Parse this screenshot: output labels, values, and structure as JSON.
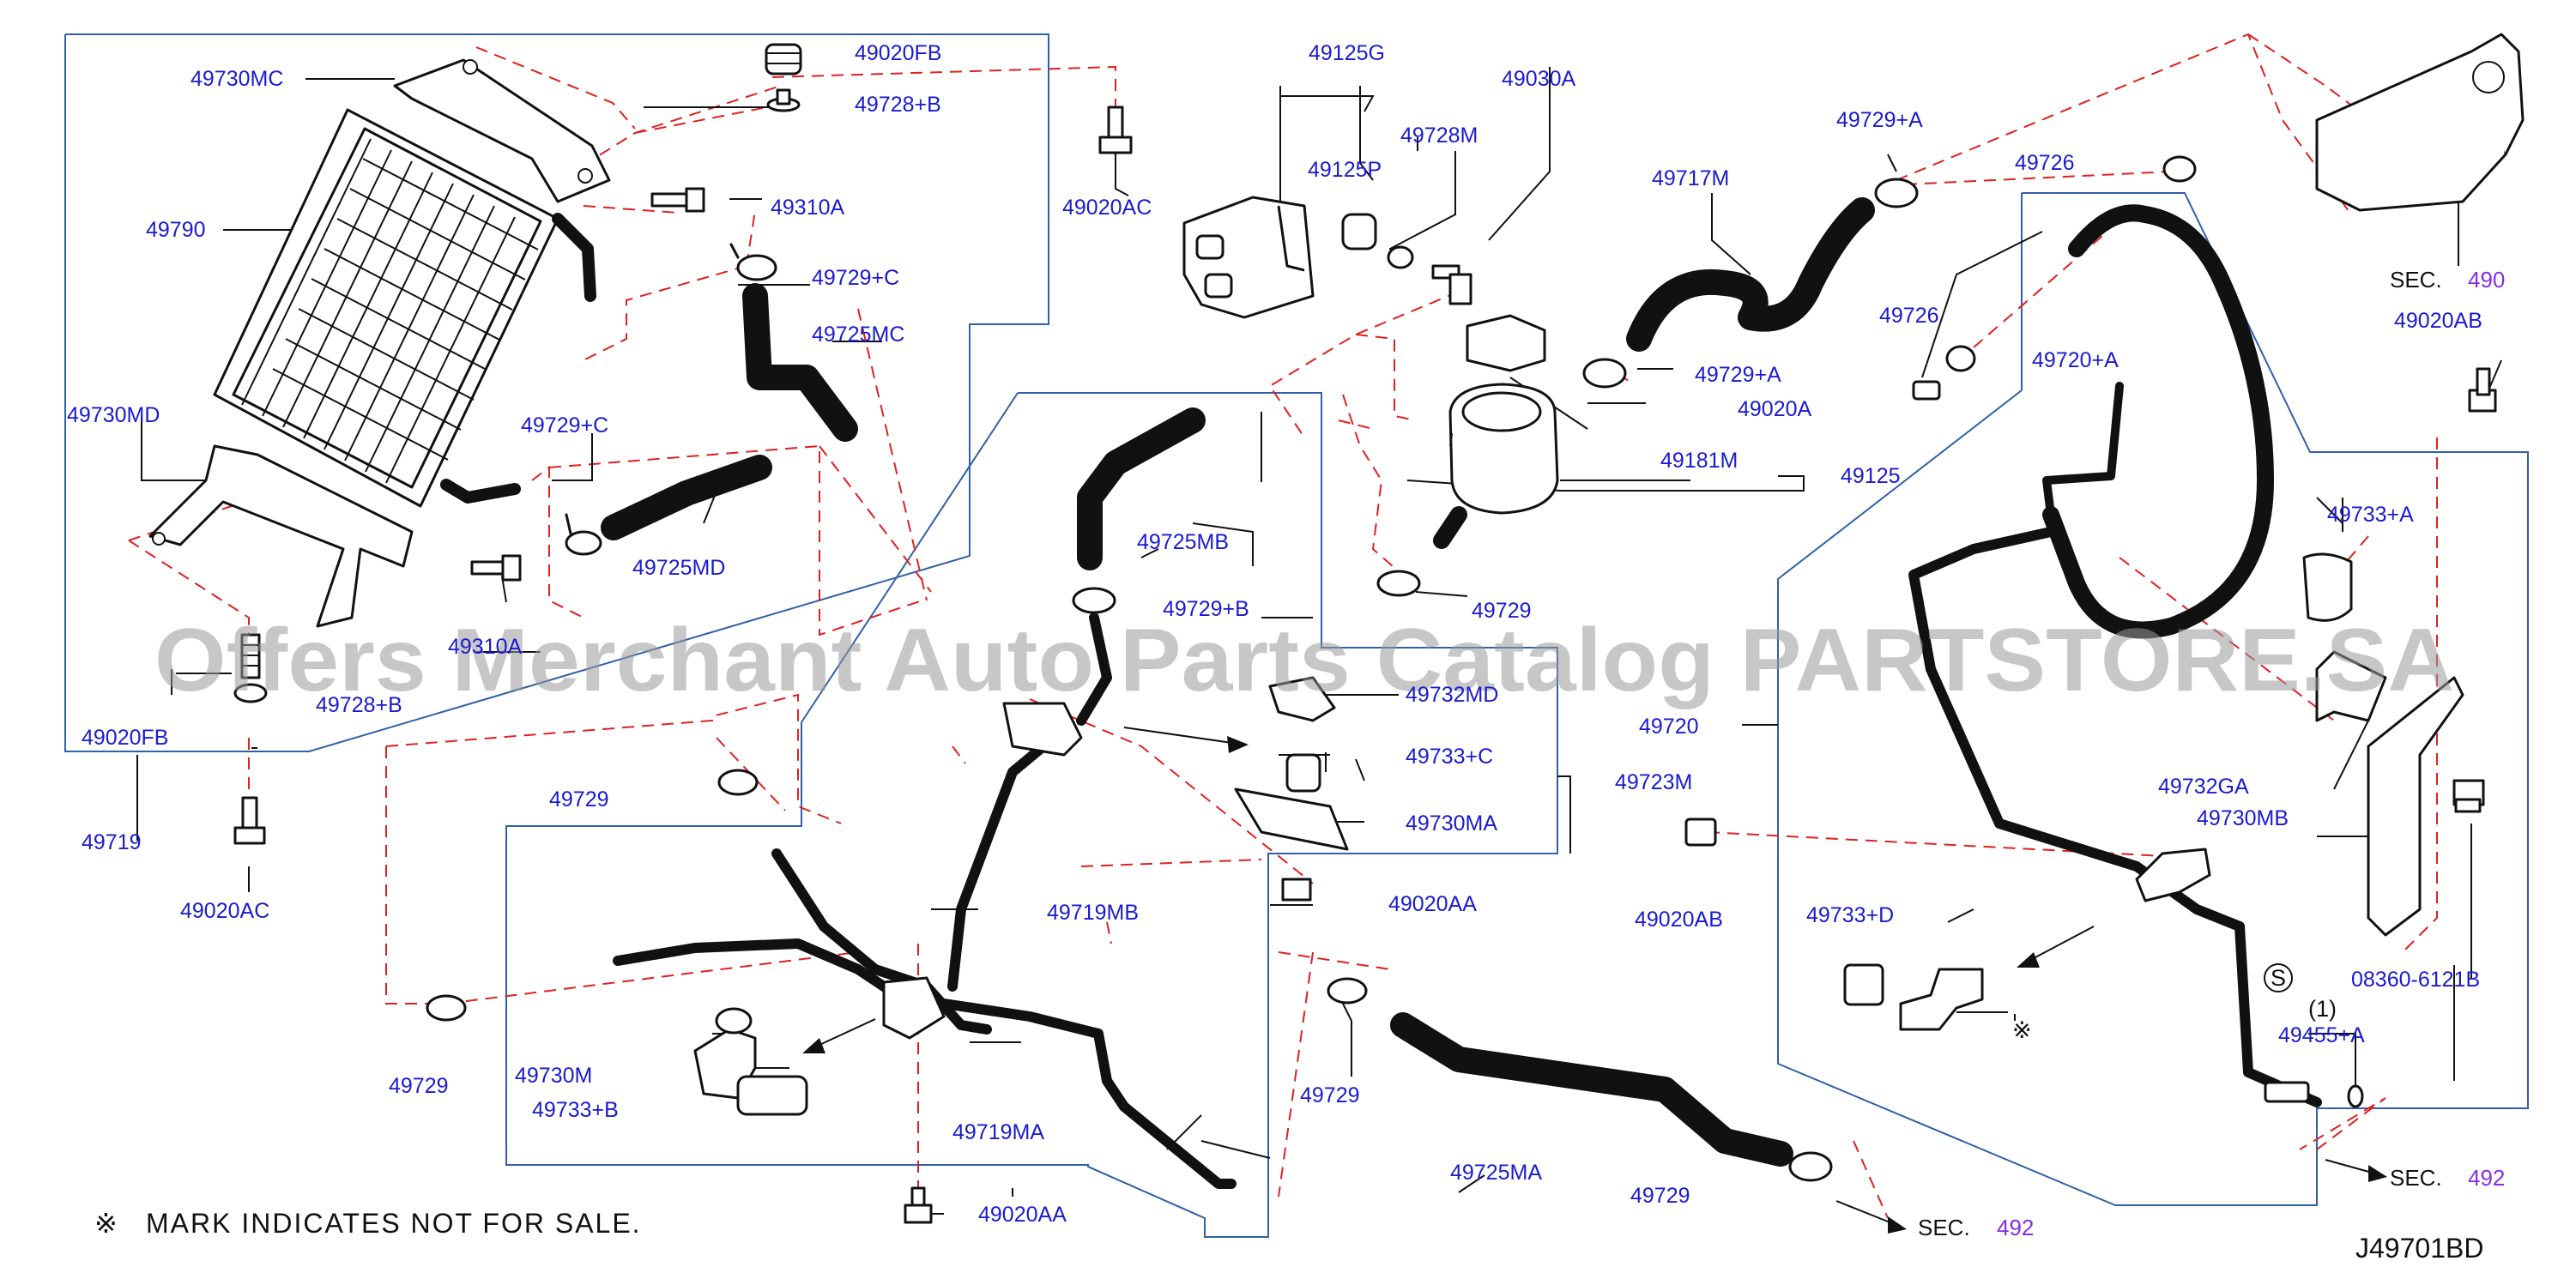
{
  "diagram": {
    "watermark": "Offers Merchant Auto Parts Catalog PARTSTORE.SA",
    "footnote": {
      "symbol": "※",
      "text": "MARK INDICATES NOT FOR SALE."
    },
    "diagram_code": "J49701BD",
    "section_refs": [
      {
        "prefix": "SEC.",
        "number": "490"
      },
      {
        "prefix": "SEC.",
        "number": "492"
      },
      {
        "prefix": "SEC.",
        "number": "492"
      }
    ],
    "part_labels": {
      "p49730MC": "49730MC",
      "p49790": "49790",
      "p49730MD": "49730MD",
      "p49310A_1": "49310A",
      "p49310A_2": "49310A",
      "p49728B_1": "49728+B",
      "p49728B_2": "49728+B",
      "p49020FB_1": "49020FB",
      "p49020FB_2": "49020FB",
      "p49729C_1": "49729+C",
      "p49729C_2": "49729+C",
      "p49725MC": "49725MC",
      "p49725MD": "49725MD",
      "p49719": "49719",
      "p49020AC_1": "49020AC",
      "p49020AC_2": "49020AC",
      "p49125G": "49125G",
      "p49125P": "49125P",
      "p49728M": "49728M",
      "p49030A": "49030A",
      "p49717M": "49717M",
      "p49729A_1": "49729+A",
      "p49729A_2": "49729+A",
      "p49726_1": "49726",
      "p49726_2": "49726",
      "p49020A": "49020A",
      "p49181M": "49181M",
      "p49125": "49125",
      "p49729_1": "49729",
      "p49725MB": "49725MB",
      "p49729B": "49729+B",
      "p49732MD": "49732MD",
      "p49733C": "49733+C",
      "p49723M": "49723M",
      "p49730MA": "49730MA",
      "p49729_2": "49729",
      "p49020AA_1": "49020AA",
      "p49719MB": "49719MB",
      "p49729_3": "49729",
      "p49730M": "49730M",
      "p49733B": "49733+B",
      "p49719MA": "49719MA",
      "p49020AA_2": "49020AA",
      "p49729_4": "49729",
      "p49725MA": "49725MA",
      "p49729_5": "49729",
      "p49720A": "49720+A",
      "p49720": "49720",
      "p49020AB_1": "49020AB",
      "p49020AB_2": "49020AB",
      "p49733A": "49733+A",
      "p49732GA": "49732GA",
      "p49730MB": "49730MB",
      "p49733D": "49733+D",
      "p08360": "08360-6121B",
      "p08360_qty": "(1)",
      "p08360_s": "S",
      "p49455A": "49455+A",
      "p_mark": "※"
    }
  }
}
